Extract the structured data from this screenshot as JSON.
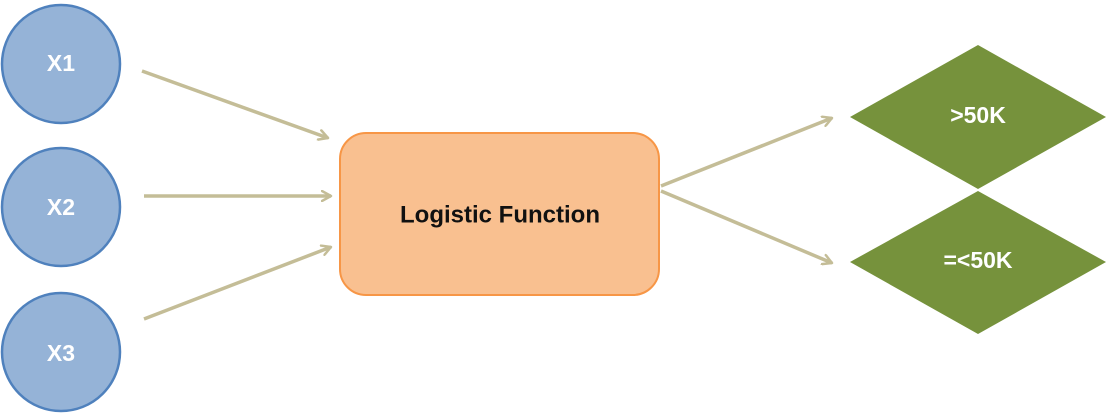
{
  "diagram": {
    "inputs": [
      {
        "label": "X1"
      },
      {
        "label": "X2"
      },
      {
        "label": "X3"
      }
    ],
    "process": {
      "label": "Logistic Function"
    },
    "outputs": [
      {
        "label": ">50K"
      },
      {
        "label": "=<50K"
      }
    ]
  },
  "colors": {
    "input_fill": "#95b3d7",
    "input_stroke": "#4f81bd",
    "process_fill": "#f9c090",
    "process_stroke": "#f79646",
    "output_fill": "#76923c",
    "arrow": "#c4bd97"
  }
}
